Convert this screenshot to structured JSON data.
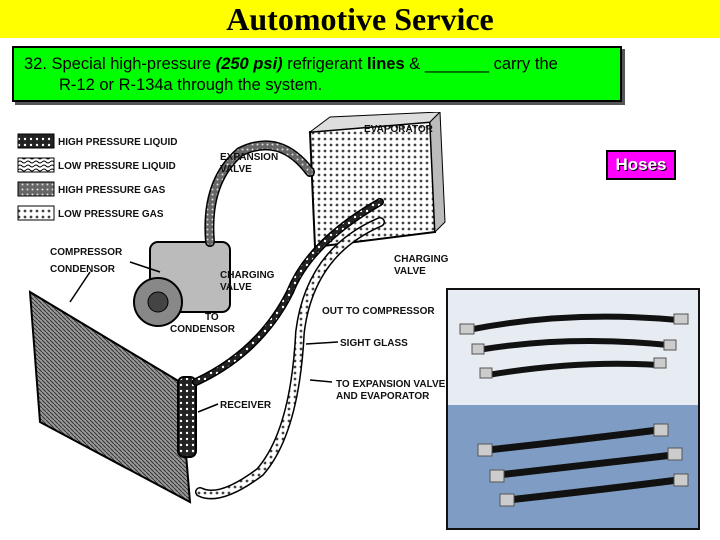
{
  "slide": {
    "title": "Automotive Service",
    "question_num": "32.",
    "q_part1": "Special high-pressure ",
    "q_pressure": "(250 psi)",
    "q_part2": " refrigerant ",
    "q_lines": "lines",
    "q_part3": " & _______ carry the",
    "q_line2": "R-12 or R-134a through the system.",
    "answer": "Hoses"
  },
  "colors": {
    "title_bg": "#ffff00",
    "question_bg": "#00ff00",
    "answer_bg": "#ff00ff"
  },
  "diagram": {
    "legend": [
      "HIGH PRESSURE LIQUID",
      "LOW PRESSURE LIQUID",
      "HIGH PRESSURE GAS",
      "LOW PRESSURE GAS"
    ],
    "labels": {
      "evaporator": "EVAPORATOR",
      "expansion_valve": [
        "EXPANSION",
        "VALVE"
      ],
      "compressor": "COMPRESSOR",
      "condensor": "CONDENSOR",
      "charging_valve_left": [
        "CHARGING",
        "VALVE"
      ],
      "charging_valve_right": [
        "CHARGING",
        "VALVE"
      ],
      "to_condensor": [
        "TO",
        "CONDENSOR"
      ],
      "out_to_compressor": "OUT TO COMPRESSOR",
      "sight_glass": "SIGHT GLASS",
      "to_expansion": [
        "TO EXPANSION VALVE",
        "AND EVAPORATOR"
      ],
      "receiver": "RECEIVER"
    }
  }
}
